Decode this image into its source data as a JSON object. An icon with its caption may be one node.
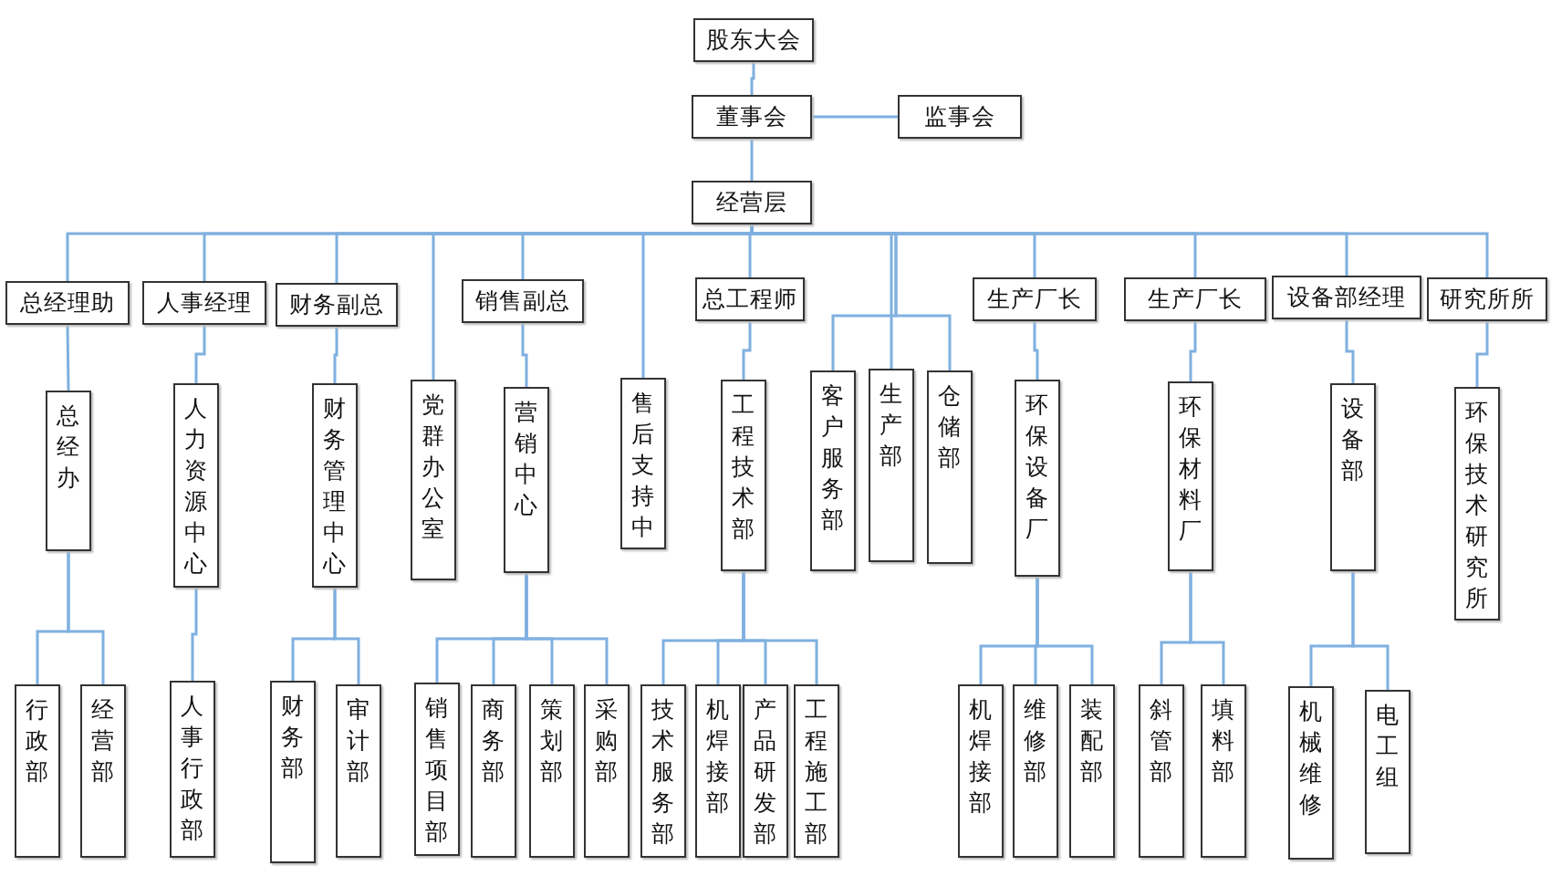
{
  "diagram": {
    "nodes": [
      {
        "text": [
          "股东大会"
        ]
      },
      {
        "text": [
          "董事会"
        ]
      },
      {
        "text": [
          "监事会"
        ]
      },
      {
        "text": [
          "经营层"
        ]
      },
      {
        "text": [
          "总经理助"
        ]
      },
      {
        "text": [
          "人事经理"
        ]
      },
      {
        "text": [
          "财务副总"
        ]
      },
      {
        "text": [
          "党群办公室"
        ]
      },
      {
        "text": [
          "销售副总"
        ]
      },
      {
        "text": [
          "营销中心"
        ]
      },
      {
        "text": [
          "售后支持中"
        ]
      },
      {
        "text": [
          "总工程师"
        ]
      },
      {
        "text": [
          "工程技术部"
        ]
      },
      {
        "text": [
          "客户服务部"
        ]
      },
      {
        "text": [
          "生产部"
        ]
      },
      {
        "text": [
          "仓储部"
        ]
      },
      {
        "text": [
          "生产厂长"
        ]
      },
      {
        "text": [
          "环保设备厂"
        ]
      },
      {
        "text": [
          "生产厂长"
        ]
      },
      {
        "text": [
          "环保材料厂"
        ]
      },
      {
        "text": [
          "设备部经理"
        ]
      },
      {
        "text": [
          "设备部"
        ]
      },
      {
        "text": [
          "研究所所"
        ]
      },
      {
        "text": [
          "环保技术研究所"
        ]
      },
      {
        "text": [
          "总经办"
        ]
      },
      {
        "text": [
          "人力资源中心"
        ]
      },
      {
        "text": [
          "财务管理中心"
        ]
      },
      {
        "text": [
          "行政部"
        ]
      },
      {
        "text": [
          "经营部"
        ]
      },
      {
        "text": [
          "人事行政部"
        ]
      },
      {
        "text": [
          "财务部"
        ]
      },
      {
        "text": [
          "审计部"
        ]
      },
      {
        "text": [
          "销售项目部"
        ]
      },
      {
        "text": [
          "商务部"
        ]
      },
      {
        "text": [
          "策划部"
        ]
      },
      {
        "text": [
          "采购部"
        ]
      },
      {
        "text": [
          "技术服务部"
        ]
      },
      {
        "text": [
          "机焊接部"
        ]
      },
      {
        "text": [
          "产品研发部"
        ]
      },
      {
        "text": [
          "工程施工部"
        ]
      },
      {
        "text": [
          "机焊接部"
        ]
      },
      {
        "text": [
          "维修部"
        ]
      },
      {
        "text": [
          "装配部"
        ]
      },
      {
        "text": [
          "斜管部"
        ]
      },
      {
        "text": [
          "填料部"
        ]
      },
      {
        "text": [
          "机械维修"
        ]
      },
      {
        "text": [
          "电工组"
        ]
      }
    ],
    "edges": [
      {
        "from": 0,
        "to": 1,
        "arrow": "none"
      },
      {
        "from": 1,
        "to": 2,
        "arrow": "none"
      },
      {
        "from": 1,
        "to": 3,
        "arrow": "none"
      },
      {
        "from": 3,
        "to": 4,
        "arrow": "none"
      },
      {
        "from": 3,
        "to": 5,
        "arrow": "none"
      },
      {
        "from": 3,
        "to": 6,
        "arrow": "none"
      },
      {
        "from": 3,
        "to": 7,
        "arrow": "none"
      },
      {
        "from": 3,
        "to": 8,
        "arrow": "none"
      },
      {
        "from": 3,
        "to": 10,
        "arrow": "none"
      },
      {
        "from": 3,
        "to": 11,
        "arrow": "none"
      },
      {
        "from": 3,
        "to": 13,
        "arrow": "none"
      },
      {
        "from": 3,
        "to": 14,
        "arrow": "none"
      },
      {
        "from": 3,
        "to": 15,
        "arrow": "none"
      },
      {
        "from": 3,
        "to": 16,
        "arrow": "none"
      },
      {
        "from": 3,
        "to": 18,
        "arrow": "none"
      },
      {
        "from": 3,
        "to": 20,
        "arrow": "none"
      },
      {
        "from": 3,
        "to": 22,
        "arrow": "none"
      },
      {
        "from": 4,
        "to": 24,
        "arrow": "none"
      },
      {
        "from": 5,
        "to": 25,
        "arrow": "none"
      },
      {
        "from": 6,
        "to": 26,
        "arrow": "none"
      },
      {
        "from": 8,
        "to": 9,
        "arrow": "none"
      },
      {
        "from": 11,
        "to": 12,
        "arrow": "none"
      },
      {
        "from": 16,
        "to": 17,
        "arrow": "none"
      },
      {
        "from": 18,
        "to": 19,
        "arrow": "none"
      },
      {
        "from": 20,
        "to": 21,
        "arrow": "none"
      },
      {
        "from": 22,
        "to": 23,
        "arrow": "none"
      },
      {
        "from": 24,
        "to": 27,
        "arrow": "none"
      },
      {
        "from": 24,
        "to": 28,
        "arrow": "none"
      },
      {
        "from": 25,
        "to": 29,
        "arrow": "none"
      },
      {
        "from": 26,
        "to": 30,
        "arrow": "none"
      },
      {
        "from": 26,
        "to": 31,
        "arrow": "none"
      },
      {
        "from": 9,
        "to": 32,
        "arrow": "none"
      },
      {
        "from": 9,
        "to": 33,
        "arrow": "none"
      },
      {
        "from": 9,
        "to": 34,
        "arrow": "none"
      },
      {
        "from": 9,
        "to": 35,
        "arrow": "none"
      },
      {
        "from": 12,
        "to": 36,
        "arrow": "none"
      },
      {
        "from": 12,
        "to": 37,
        "arrow": "none"
      },
      {
        "from": 12,
        "to": 38,
        "arrow": "none"
      },
      {
        "from": 12,
        "to": 39,
        "arrow": "none"
      },
      {
        "from": 17,
        "to": 40,
        "arrow": "none"
      },
      {
        "from": 17,
        "to": 41,
        "arrow": "none"
      },
      {
        "from": 17,
        "to": 42,
        "arrow": "none"
      },
      {
        "from": 19,
        "to": 43,
        "arrow": "none"
      },
      {
        "from": 19,
        "to": 44,
        "arrow": "none"
      },
      {
        "from": 21,
        "to": 45,
        "arrow": "none"
      },
      {
        "from": 21,
        "to": 46,
        "arrow": "none"
      }
    ]
  }
}
